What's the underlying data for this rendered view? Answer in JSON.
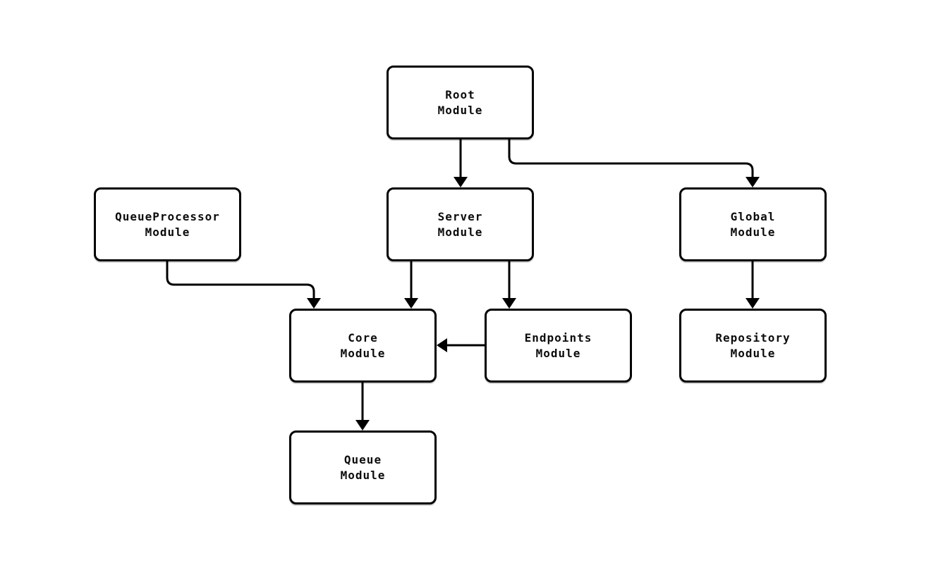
{
  "diagram": {
    "type": "module-dependency-graph",
    "background_color": "#ffffff",
    "stroke_color": "#000000",
    "text_color": "#0c0c0c",
    "nodes": {
      "root": {
        "line1": "Root",
        "line2": "Module"
      },
      "server": {
        "line1": "Server",
        "line2": "Module"
      },
      "queueprocessor": {
        "line1": "QueueProcessor",
        "line2": "Module"
      },
      "global": {
        "line1": "Global",
        "line2": "Module"
      },
      "core": {
        "line1": "Core",
        "line2": "Module"
      },
      "endpoints": {
        "line1": "Endpoints",
        "line2": "Module"
      },
      "repository": {
        "line1": "Repository",
        "line2": "Module"
      },
      "queue": {
        "line1": "Queue",
        "line2": "Module"
      }
    },
    "edges": [
      {
        "from": "Root Module",
        "to": "Server Module"
      },
      {
        "from": "Root Module",
        "to": "Global Module"
      },
      {
        "from": "QueueProcessor Module",
        "to": "Core Module"
      },
      {
        "from": "Server Module",
        "to": "Core Module"
      },
      {
        "from": "Server Module",
        "to": "Endpoints Module"
      },
      {
        "from": "Endpoints Module",
        "to": "Core Module"
      },
      {
        "from": "Global Module",
        "to": "Repository Module"
      },
      {
        "from": "Core Module",
        "to": "Queue Module"
      }
    ]
  }
}
